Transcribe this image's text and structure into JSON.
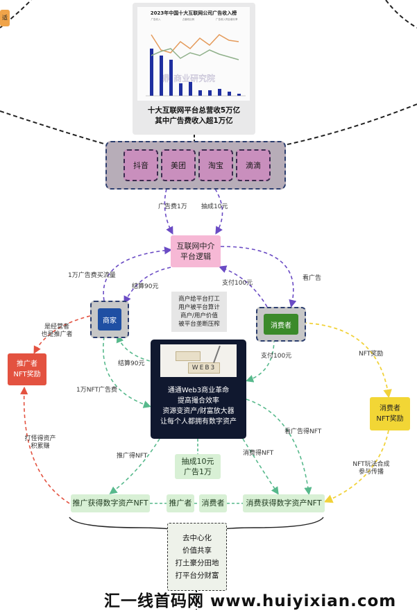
{
  "top_chart": {
    "title": "2023年中国十大互联网公司广告收入榜",
    "legend": [
      "广告收入",
      "占营收比例",
      "广告收入同比增长率"
    ],
    "watermark": "鼎 商业研究院",
    "caption_line1": "十大互联网平台总营收5万亿",
    "caption_line2": "其中广告费收入超1万亿",
    "colors": {
      "bar": "#1f2fa0",
      "line_a": "#e49a5a",
      "line_b": "#8fb08a"
    }
  },
  "platforms": [
    "抖音",
    "美团",
    "淘宝",
    "滴滴"
  ],
  "mid_platform": {
    "line1": "互联网中介",
    "line2": "平台逻辑"
  },
  "labels": {
    "ad_fee": "广告费1万",
    "commission": "抽成10元",
    "ad_traffic": "1万广告费买流量",
    "settle_90_top": "结算90元",
    "pay_100_top": "支付100元",
    "watch_ad": "看广告",
    "operator_promoter_1": "是经营者",
    "operator_promoter_2": "也是推广者",
    "settle_90_mid": "结算90元",
    "pay_100_mid": "支付100元",
    "nft_reward": "NFT奖励",
    "nft_ad_fee": "1万NFT广告费",
    "grind_assets_1": "打怪得资产",
    "grind_assets_2": "积累赚",
    "promote_nft": "推广得NFT",
    "watch_ad_nft": "看广告得NFT",
    "consume_nft": "消费得NFT",
    "nft_play_1": "NFT玩法合成",
    "nft_play_2": "参与传播"
  },
  "note_lines": [
    "商户给平台打工",
    "用户被平台算计",
    "商户/用户价值",
    "被平台垄断压榨"
  ],
  "merchant": "商家",
  "consumer": "消费者",
  "center": {
    "image_text": "WEB3",
    "lines": [
      "通通Web3商业革命",
      "提高撮合效率",
      "资源变资产/财富放大器",
      "让每个人都拥有数字资产"
    ]
  },
  "promoter_nft": {
    "line1": "推广者",
    "line2": "NFT奖励"
  },
  "consumer_nft": {
    "line1": "消费者",
    "line2": "NFT奖励"
  },
  "green_row": {
    "promoter_assets": "推广获得数字资产NFT",
    "promoter": "推广者",
    "consumer": "消费者",
    "consumer_assets": "消费获得数字资产NFT"
  },
  "commission_box": {
    "line1": "抽成10元",
    "line2": "广告1万"
  },
  "bottom_lines": [
    "去中心化",
    "价值共享",
    "打土豪分田地",
    "打平台分财富"
  ],
  "footer_watermark": "汇一线首码网 www.huiyixian.com",
  "edge_label": "适",
  "arrow_colors": {
    "purple": "#6a4bc4",
    "green": "#57b98c",
    "yellow": "#f1d23a",
    "red": "#e35240",
    "dark": "#2c3e6e"
  }
}
